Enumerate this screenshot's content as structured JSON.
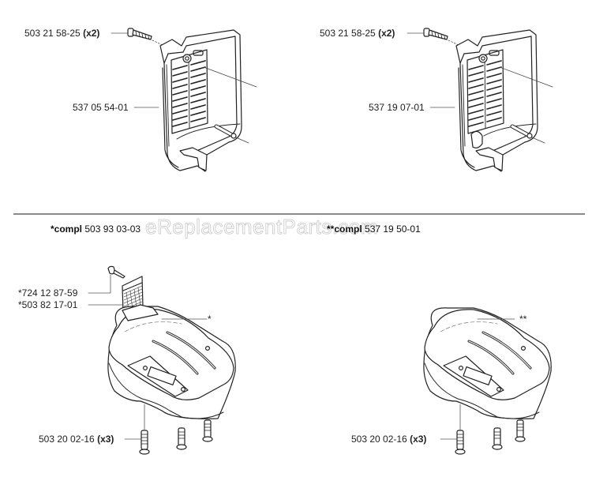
{
  "diagram": {
    "watermark": "eReplacementParts.com",
    "panels": [
      {
        "id": "top-left",
        "part_labels": [
          {
            "number": "503 21 58-25",
            "qty": "(x2)",
            "part": "screw"
          },
          {
            "number": "537 05 54-01",
            "qty": "",
            "part": "air-filter-cover-frame"
          }
        ]
      },
      {
        "id": "top-right",
        "part_labels": [
          {
            "number": "503 21 58-25",
            "qty": "(x2)",
            "part": "screw"
          },
          {
            "number": "537 19 07-01",
            "qty": "",
            "part": "air-filter-cover-frame"
          }
        ]
      },
      {
        "id": "bottom-left",
        "kit_title": {
          "prefix": "*compl",
          "number": "503 93 03-03"
        },
        "part_labels": [
          {
            "number": "*724 12 87-59",
            "qty": "",
            "part": "screw"
          },
          {
            "number": "*503 82 17-01",
            "qty": "",
            "part": "filter-screen"
          },
          {
            "number": "*",
            "qty": "",
            "part": "cover-callout"
          },
          {
            "number": "503 20 02-16",
            "qty": "(x3)",
            "part": "screw"
          }
        ]
      },
      {
        "id": "bottom-right",
        "kit_title": {
          "prefix": "**compl",
          "number": "537 19 50-01"
        },
        "part_labels": [
          {
            "number": "**",
            "qty": "",
            "part": "cover-callout"
          },
          {
            "number": "503 20 02-16",
            "qty": "(x3)",
            "part": "screw"
          }
        ]
      }
    ]
  }
}
